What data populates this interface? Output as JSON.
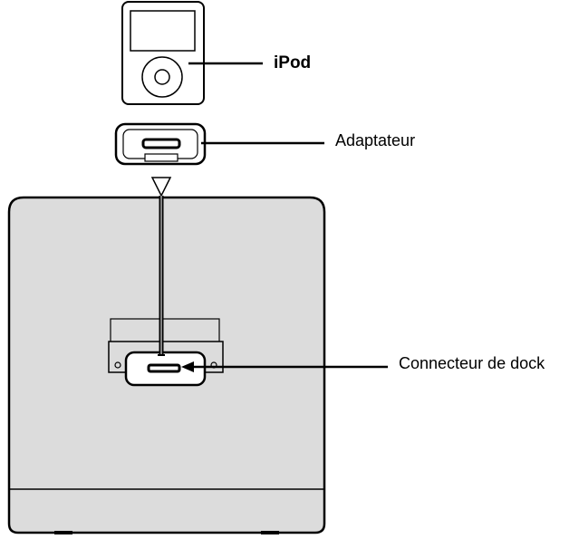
{
  "labels": {
    "ipod": "iPod",
    "adapter": "Adaptateur",
    "dock_connector": "Connecteur de dock"
  },
  "colors": {
    "unit_fill": "#dcdcdc",
    "outline": "#000000",
    "background": "#ffffff"
  }
}
